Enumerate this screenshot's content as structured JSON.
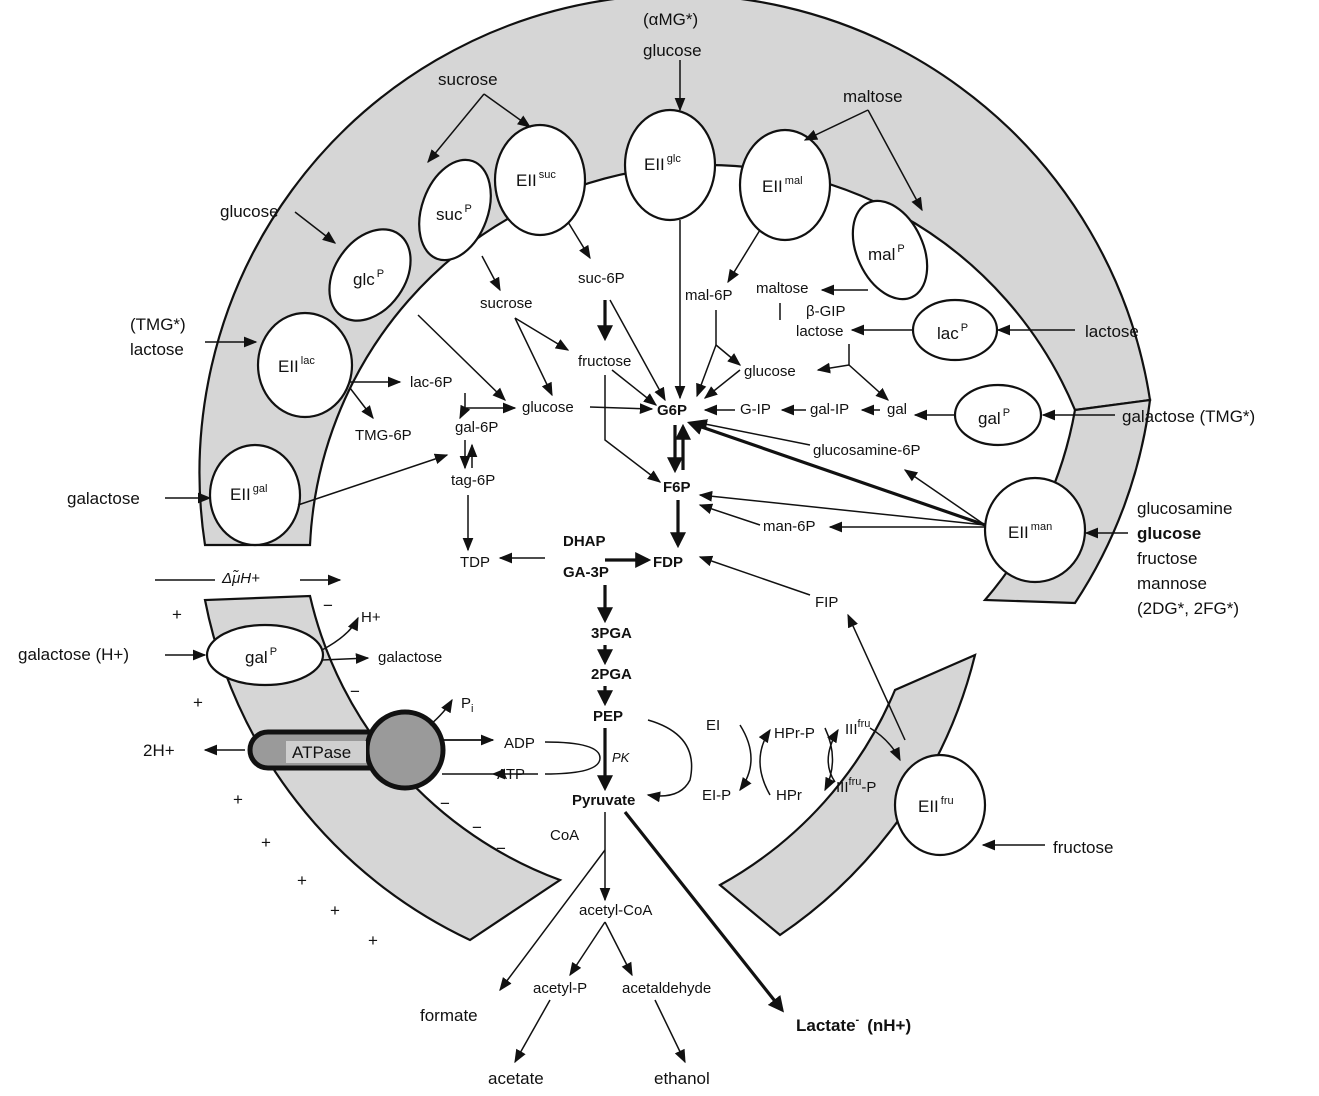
{
  "colors": {
    "ink": "#111111",
    "membrane": "#d6d6d6",
    "atpase": "#9a9a9a",
    "background": "#ffffff"
  },
  "external": {
    "amg": "(αMG*)",
    "glucose_top": "glucose",
    "sucrose": "sucrose",
    "maltose": "maltose",
    "glucose_left": "glucose",
    "tmg_lac": "(TMG*)",
    "lactose_left": "lactose",
    "galactose_left": "galactose",
    "lactose_right": "lactose",
    "galactose_tmg": "galactose (TMG*)",
    "man_glucosamine": "glucosamine",
    "man_glucose": "glucose",
    "man_fructose": "fructose",
    "man_mannose": "mannose",
    "man_2dg": "(2DG*, 2FG*)",
    "fructose_right": "fructose",
    "galactose_h": "galactose (H+)",
    "two_h": "2H+"
  },
  "enzymes": {
    "ii_suc": "EII",
    "ii_suc_sup": "suc",
    "ii_glc": "EII",
    "ii_glc_sup": "glc",
    "ii_mal": "EII",
    "ii_mal_sup": "mal",
    "suc_p": "suc",
    "mal_p": "mal",
    "glc_p": "glc",
    "ii_lac": "EII",
    "ii_lac_sup": "lac",
    "lac_p": "lac",
    "gal_p": "gal",
    "ii_gal": "EII",
    "ii_gal_sup": "gal",
    "ii_man": "EII",
    "ii_man_sup": "man",
    "ii_fru": "EII",
    "ii_fru_sup": "fru",
    "gal_p_h": "gal",
    "p_sup": "P",
    "atpase": "ATPase"
  },
  "intermediates": {
    "sucrose_in": "sucrose",
    "suc6p": "suc-6P",
    "mal6p": "mal-6P",
    "maltose_in": "maltose",
    "bgip": "β-GIP",
    "lactose_in": "lactose",
    "fructose_in": "fructose",
    "glucose_mid": "glucose",
    "glucose_right": "glucose",
    "g6p": "G6P",
    "gip": "G-IP",
    "galip": "gal-IP",
    "gal": "gal",
    "glucosamine6p": "glucosamine-6P",
    "f6p": "F6P",
    "man6p": "man-6P",
    "lac6p": "lac-6P",
    "tmg6p": "TMG-6P",
    "gal6p": "gal-6P",
    "tag6p": "tag-6P",
    "tdp": "TDP",
    "dhap": "DHAP",
    "ga3p": "GA-3P",
    "fdp": "FDP",
    "fip": "FIP",
    "pga3": "3PGA",
    "pga2": "2PGA",
    "pep": "PEP",
    "pk": "PK",
    "pyruvate": "Pyruvate",
    "adp": "ADP",
    "atp": "ATP",
    "pi": "P",
    "pi_sub": "i",
    "ei": "EI",
    "eip": "EI-P",
    "hprp": "HPr-P",
    "hpr": "HPr",
    "iii_fru": "III",
    "iii_fru_sup": "fru",
    "iii_frup": "III",
    "iii_frup_sup": "fru",
    "iii_frup_tail": "-P",
    "coa": "CoA",
    "acetylcoa": "acetyl-CoA",
    "acetylp": "acetyl-P",
    "acetaldehyde": "acetaldehyde",
    "formate": "formate",
    "acetate": "acetate",
    "ethanol": "ethanol",
    "lactate": "Lactate",
    "lactate_charge": "-",
    "lactate_nh": "(nH+)",
    "h_out": "H+",
    "galactose_out": "galactose",
    "pmf": "Δμ̃H+"
  },
  "charges": {
    "plus": "+",
    "minus": "−"
  }
}
